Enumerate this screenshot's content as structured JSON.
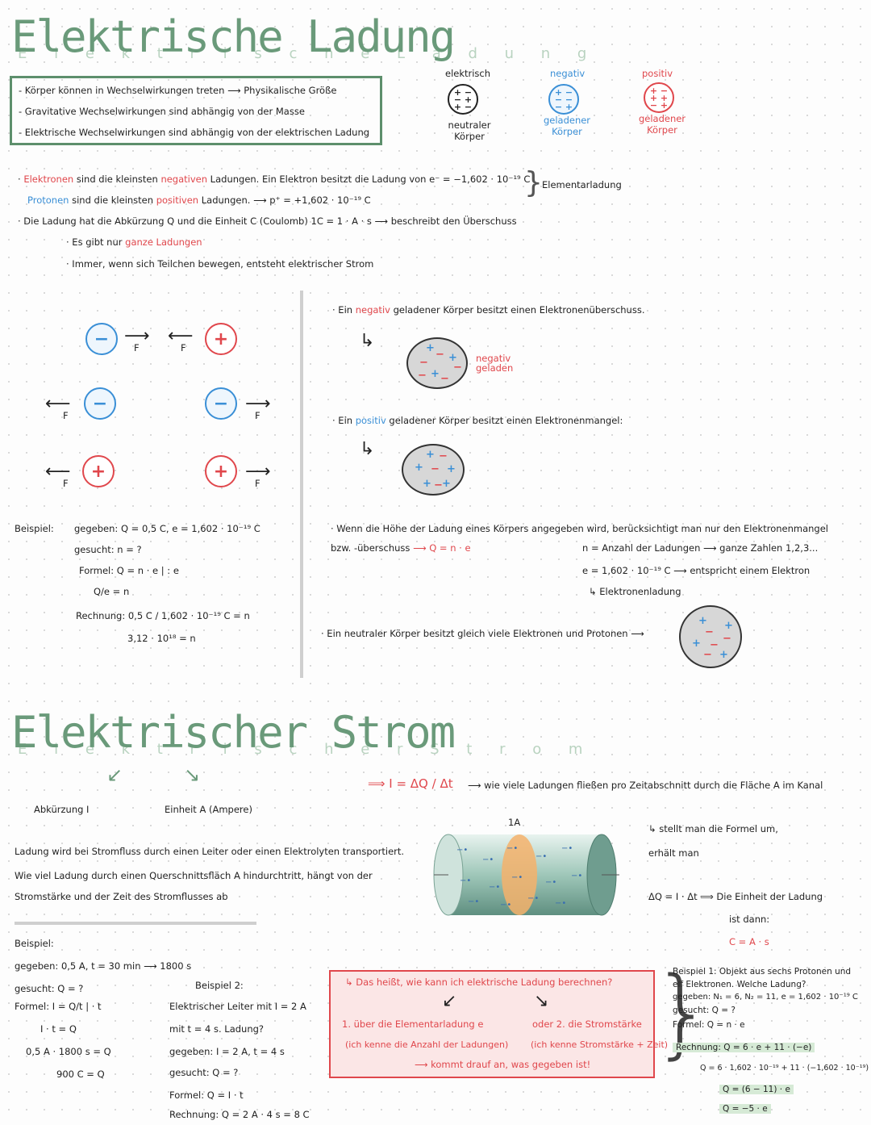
{
  "ladung": {
    "title": "Elektrische Ladung",
    "ghost": "E l e k t r i s c h e   L a d u n g",
    "box_lines": [
      "- Körper können in Wechselwirkungen treten ⟶ Physikalische Größe",
      "- Gravitative Wechselwirkungen sind abhängig von der Masse",
      "- Elektrische Wechselwirkungen sind abhängig von der elektrischen Ladung"
    ],
    "legend": {
      "neutral_top": "elektrisch",
      "neutral_bottom": "neutraler Körper",
      "negative_top": "negativ",
      "negative_bottom": "geladener Körper",
      "positive_top": "positiv",
      "positive_bottom": "geladener Körper"
    },
    "facts": {
      "elektronen_word": "Elektronen",
      "elektronen_rest": " sind die kleinsten ",
      "negativen": "negativen",
      "elektronen_end": " Ladungen. Ein Elektron besitzt die Ladung von e⁻ = −1,602 · 10⁻¹⁹ C",
      "protonen_word": "Protonen",
      "protonen_rest": " sind die kleinsten ",
      "positiven": "positiven",
      "protonen_end": " Ladungen. ⟶ p⁺ = +1,602 · 10⁻¹⁹ C",
      "elementarladung": "Elementarladung",
      "abk_line": "· Die Ladung hat die Abkürzung Q und die Einheit C (Coulomb) 1C = 1 · A · s ⟶ beschreibt den Überschuss",
      "ganze_pre": "· Es gibt nur ",
      "ganze": "ganze Ladungen",
      "strom_line": "· Immer, wenn sich Teilchen bewegen, entsteht elektrischer Strom"
    },
    "force_label": "F",
    "right": {
      "neg_pre": "· Ein ",
      "neg_word": "negativ",
      "neg_post": " geladener Körper besitzt einen Elektronenüberschuss.",
      "neg_label": "negativ geladen",
      "pos_pre": "· Ein ",
      "pos_word": "positiv",
      "pos_post": " geladener Körper besitzt einen Elektronenmangel:",
      "hoehe_line1": "· Wenn die Höhe der Ladung eines Körpers angegeben wird, berücksichtigt man nur den Elektronenmangel",
      "hoehe_line2": "bzw. -überschuss",
      "formula": "⟶ Q = n · e",
      "n_def": "n = Anzahl der Ladungen ⟶ ganze Zahlen 1,2,3...",
      "e_def": "e = 1,602 · 10⁻¹⁹ C ⟶ entspricht einem Elektron",
      "e_sub": "↳ Elektronenladung",
      "neutral_line": "· Ein neutraler Körper besitzt gleich viele Elektronen und Protonen ⟶"
    },
    "beispiel": {
      "label": "Beispiel:",
      "gegeben": "gegeben: Q = 0,5 C, e = 1,602 · 10⁻¹⁹ C",
      "gesucht": "gesucht: n = ?",
      "formel": "Formel: Q = n · e   | : e",
      "step1": "Q/e = n",
      "step2": "Rechnung: 0,5 C / 1,602 · 10⁻¹⁹ C = n",
      "step3": "3,12 · 10¹⁸ = n"
    }
  },
  "strom": {
    "title": "Elektrischer Strom",
    "ghost": "E l e k t r i s c h e r   S t r o m",
    "abk": "Abkürzung I",
    "einheit": "Einheit A (Ampere)",
    "formula": "⟹ I = ΔQ / Δt",
    "formula_desc": "⟶ wie viele Ladungen fließen pro Zeitabschnitt durch die Fläche A im Kanal",
    "text1": "Ladung wird bei Stromfluss durch einen Leiter oder einen Elektrolyten transportiert.",
    "text2": "Wie viel Ladung durch einen Querschnittsfläch A hindurchtritt, hängt von der",
    "text3": "Stromstärke und der Zeit des Stromflusses ab",
    "cyl_label": "1A",
    "umstellen1": "↳ stellt man die Formel um,",
    "umstellen2": "erhält man",
    "delta": "ΔQ = I · Δt ⟹ Die Einheit der Ladung",
    "ist": "ist dann:",
    "cas": "C = A · s",
    "b1": {
      "label": "Beispiel:",
      "gegeben": "gegeben: 0,5 A, t = 30 min ⟶ 1800 s",
      "gesucht": "gesucht: Q = ?",
      "formel": "Formel: I = Q/t   | · t",
      "l2": "I · t = Q",
      "l3": "0,5 A · 1800 s = Q",
      "l4": "900 C = Q"
    },
    "b2": {
      "label": "Beispiel 2:",
      "l1": "Elektrischer Leiter mit I = 2 A",
      "l2": "mit t = 4 s. Ladung?",
      "l3": "gegeben: I = 2 A, t = 4 s",
      "l4": "gesucht: Q = ?",
      "l5": "Formel: Q = I · t",
      "l6": "Rechnung: Q = 2 A · 4 s = 8 C"
    },
    "redbox": {
      "q": "↳ Das heißt, wie kann ich elektrische Ladung berechnen?",
      "a1": "1. über die Elementarladung e",
      "a1b": "(ich kenne die Anzahl der Ladungen)",
      "a2": "oder 2. die Stromstärke",
      "a2b": "(ich kenne Stromstärke + Zeit)",
      "end": "⟶ kommt drauf an, was gegeben ist!"
    },
    "b3": {
      "l1": "Beispiel 1: Objekt aus sechs Protonen und",
      "l2": "elf Elektronen. Welche Ladung?",
      "l3": "gegeben: N₁ = 6, N₂ = 11, e = 1,602 · 10⁻¹⁹ C",
      "l4": "gesucht: Q = ?",
      "l5": "Formel: Q = n · e",
      "l6": "Rechnung: Q = 6 · e + 11 · (−e)",
      "l7": "Q = 6 · 1,602 · 10⁻¹⁹ + 11 · (−1,602 · 10⁻¹⁹)",
      "l8": "Q = (6 − 11) · e",
      "l9": "Q = −5 · e"
    }
  }
}
